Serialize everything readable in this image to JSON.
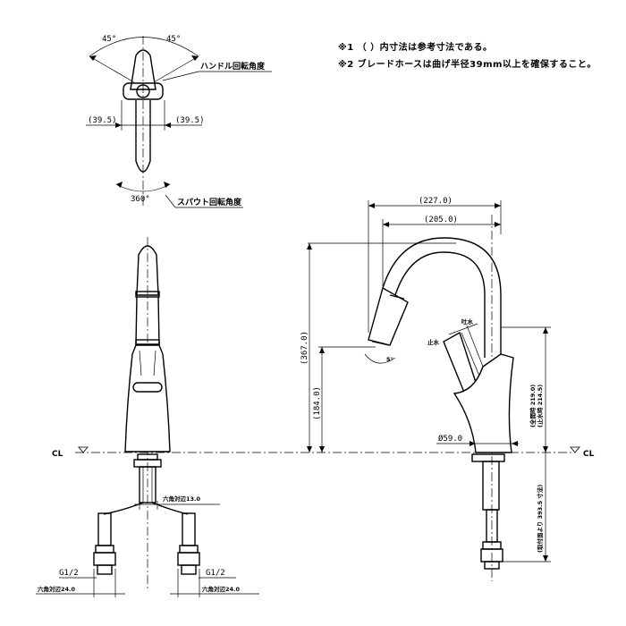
{
  "notes": [
    {
      "text": "※1 （ ）内寸法は参考寸法である。"
    },
    {
      "text": "※2 ブレードホースは曲げ半径39mm以上を確保すること。"
    }
  ],
  "labels": {
    "handle_rotation": "ハンドル回転角度",
    "spout_rotation": "スパウト回転角度",
    "angle_left": "45°",
    "angle_right": "45°",
    "angle_360": "360°",
    "dim_39_5_left": "(39.5)",
    "dim_39_5_right": "(39.5)",
    "cl_left": "CL",
    "cl_right": "CL",
    "hex13": "六角対辺13.0",
    "g12_left": "G1/2",
    "g12_right": "G1/2",
    "hex24_left": "六角対辺24.0",
    "hex24_right": "六角対辺24.0",
    "dim_227": "(227.0)",
    "dim_205": "(205.0)",
    "dim_367": "(367.0)",
    "dim_184": "(184.0)",
    "dim_59": "Ø59.0",
    "dim_219": "(全開時 219.0)",
    "dim_214": "(止水時 214.5)",
    "dim_393": "(取付面より 393.5 寸法)",
    "open_water": "吐水",
    "stop_water": "止水",
    "spout_angle": "5°"
  }
}
